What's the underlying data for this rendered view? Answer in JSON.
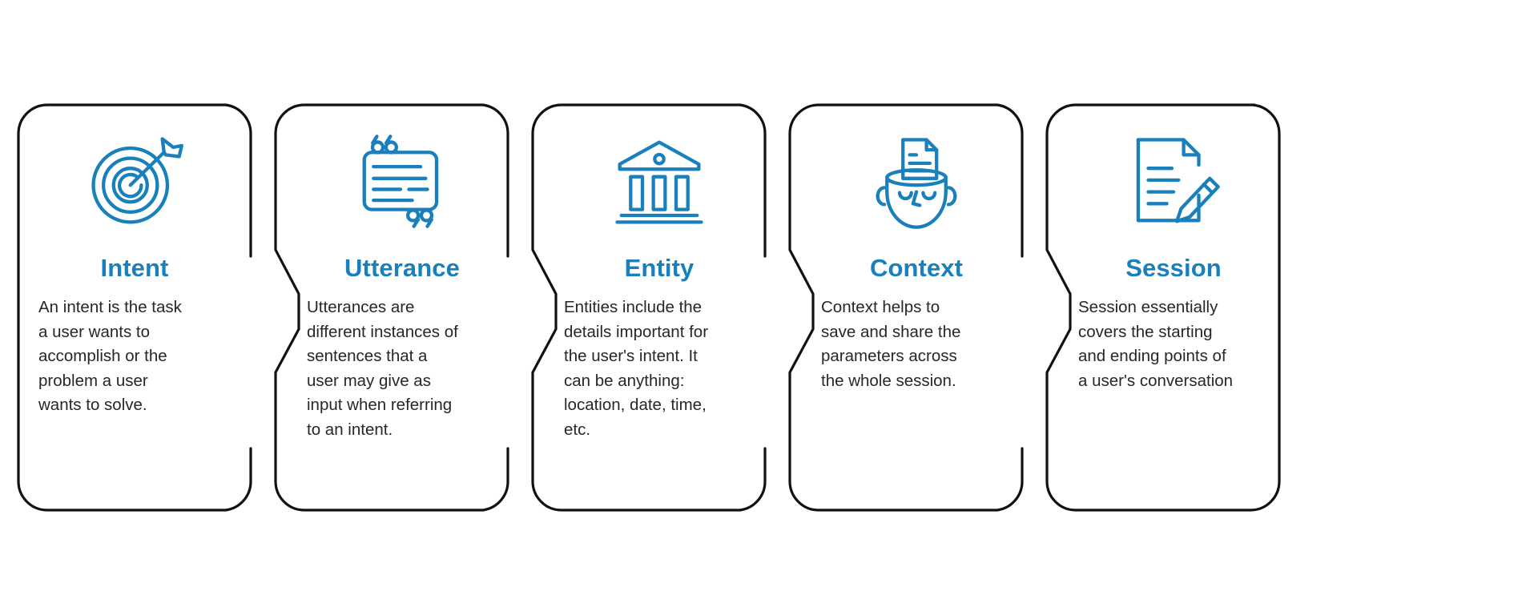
{
  "page": {
    "background_color": "#ffffff",
    "accent_color": "#1a80bc",
    "outline_color": "#111111",
    "body_text_color": "#272727"
  },
  "cards": [
    {
      "id": "intent",
      "icon": "target-dart-icon",
      "title": "Intent",
      "body": "An intent is the task\na user wants to\naccomplish or the\nproblem a user\nwants to solve."
    },
    {
      "id": "utterance",
      "icon": "quote-message-box-icon",
      "title": "Utterance",
      "body": "Utterances are\ndifferent instances of\nsentences that a\nuser may give as\ninput when referring\nto an intent."
    },
    {
      "id": "entity",
      "icon": "bank-building-icon",
      "title": "Entity",
      "body": "Entities include the\ndetails important for\nthe user's intent. It\ncan be anything:\nlocation, date, time,\netc."
    },
    {
      "id": "context",
      "icon": "head-with-document-icon",
      "title": "Context",
      "body": "Context helps to\nsave and share the\nparameters across\nthe whole session."
    },
    {
      "id": "session",
      "icon": "document-pencil-icon",
      "title": "Session",
      "body": "Session essentially\ncovers the starting\nand ending points of\na user's conversation"
    }
  ]
}
